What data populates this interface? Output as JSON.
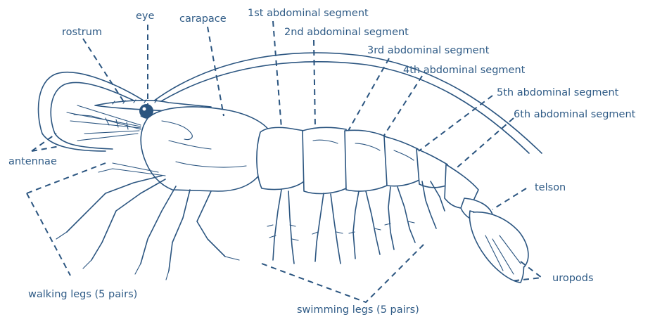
{
  "labels": {
    "rostrum": "rostrum",
    "eye": "eye",
    "carapace": "carapace",
    "seg1": "1st abdominal segment",
    "seg2": "2nd abdominal segment",
    "seg3": "3rd abdominal segment",
    "seg4": "4th abdominal segment",
    "seg5": "5th abdominal segment",
    "seg6": "6th abdominal segment",
    "antennae": "antennae",
    "telson": "telson",
    "uropods": "uropods",
    "walking_legs": "walking legs (5 pairs)",
    "swimming_legs": "swimming legs (5 pairs)"
  },
  "colors": {
    "line": "#2b5580",
    "text": "#2f5b86",
    "background": "#ffffff"
  }
}
